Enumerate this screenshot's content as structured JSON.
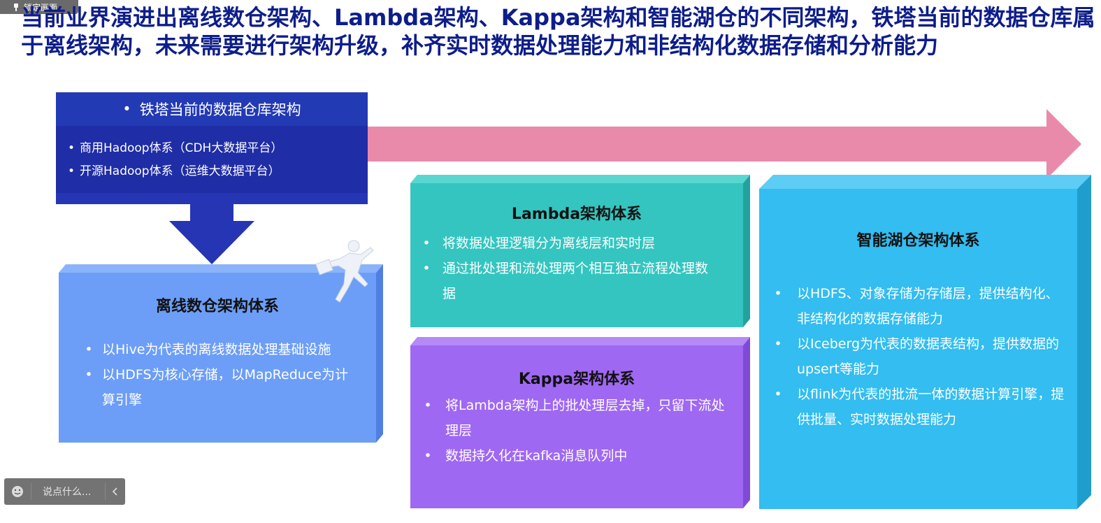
{
  "toolbar": {
    "lock_label": "锁定画面"
  },
  "title": "当前业界演进出离线数仓架构、Lambda架构、Kappa架构和智能湖仓的不同架构，铁塔当前的数据仓库属于离线架构，未来需要进行架构升级，补齐实时数据处理能力和非结构化数据存储和分析能力",
  "current": {
    "heading": "铁塔当前的数据仓库架构",
    "items": [
      "商用Hadoop体系（CDH大数据平台）",
      "开源Hadoop体系（运维大数据平台）"
    ]
  },
  "offline": {
    "title": "离线数仓架构体系",
    "items": [
      "以Hive为代表的离线数据处理基础设施",
      "以HDFS为核心存储，以MapReduce为计算引擎"
    ]
  },
  "lambda": {
    "title": "Lambda架构体系",
    "items": [
      "将数据处理逻辑分为离线层和实时层",
      "通过批处理和流处理两个相互独立流程处理数据"
    ]
  },
  "kappa": {
    "title": "Kappa架构体系",
    "items": [
      "将Lambda架构上的批处理层去掉，只留下流处理层",
      "数据持久化在kafka消息队列中"
    ]
  },
  "lakehouse": {
    "title": "智能湖仓架构体系",
    "items": [
      "以HDFS、对象存储为存储层，提供结构化、非结构化的数据存储能力",
      "以Iceberg为代表的数据表结构，提供数据的upsert等能力",
      "以flink为代表的批流一体的数据计算引擎，提供批量、实时数据处理能力"
    ]
  },
  "comment": {
    "placeholder": "说点什么..."
  },
  "colors": {
    "title": "#0d1d8a",
    "current": "#2535b4",
    "offline": "#6c9ef8",
    "lambda": "#34c5c0",
    "kappa": "#9f68f3",
    "lakehouse": "#33bdf0",
    "arrow": "#e98aab"
  }
}
